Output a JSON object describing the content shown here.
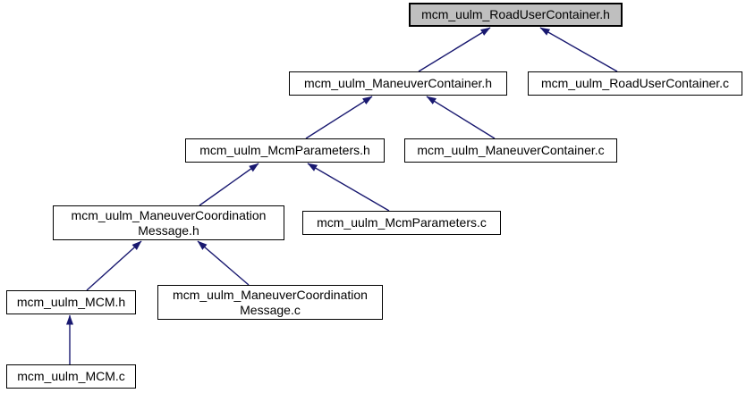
{
  "diagram": {
    "type": "doxygen-included-by-dependency-graph",
    "root_file": "mcm_uulm_RoadUserContainer.h",
    "colors": {
      "edge": "#191970",
      "node_fill": "#ffffff",
      "highlight_fill": "#bfbfbf",
      "border": "#000000",
      "text": "#000000",
      "background": "#ffffff"
    },
    "nodes": [
      {
        "id": "roadusercontainer-h",
        "highlighted": true,
        "lines": [
          "mcm_uulm_RoadUserContainer.h"
        ]
      },
      {
        "id": "maneuvercontainer-h",
        "highlighted": false,
        "lines": [
          "mcm_uulm_ManeuverContainer.h"
        ]
      },
      {
        "id": "roadusercontainer-c",
        "highlighted": false,
        "lines": [
          "mcm_uulm_RoadUserContainer.c"
        ]
      },
      {
        "id": "mcmparameters-h",
        "highlighted": false,
        "lines": [
          "mcm_uulm_McmParameters.h"
        ]
      },
      {
        "id": "maneuvercontainer-c",
        "highlighted": false,
        "lines": [
          "mcm_uulm_ManeuverContainer.c"
        ]
      },
      {
        "id": "maneuvercoordinationmessage-h",
        "highlighted": false,
        "lines": [
          "mcm_uulm_ManeuverCoordination",
          "Message.h"
        ]
      },
      {
        "id": "mcmparameters-c",
        "highlighted": false,
        "lines": [
          "mcm_uulm_McmParameters.c"
        ]
      },
      {
        "id": "mcm-h",
        "highlighted": false,
        "lines": [
          "mcm_uulm_MCM.h"
        ]
      },
      {
        "id": "maneuvercoordinationmessage-c",
        "highlighted": false,
        "lines": [
          "mcm_uulm_ManeuverCoordination",
          "Message.c"
        ]
      },
      {
        "id": "mcm-c",
        "highlighted": false,
        "lines": [
          "mcm_uulm_MCM.c"
        ]
      }
    ],
    "edges": [
      {
        "from": "mcm_uulm_ManeuverContainer.h",
        "to": "mcm_uulm_RoadUserContainer.h"
      },
      {
        "from": "mcm_uulm_RoadUserContainer.c",
        "to": "mcm_uulm_RoadUserContainer.h"
      },
      {
        "from": "mcm_uulm_McmParameters.h",
        "to": "mcm_uulm_ManeuverContainer.h"
      },
      {
        "from": "mcm_uulm_ManeuverContainer.c",
        "to": "mcm_uulm_ManeuverContainer.h"
      },
      {
        "from": "mcm_uulm_ManeuverCoordinationMessage.h",
        "to": "mcm_uulm_McmParameters.h"
      },
      {
        "from": "mcm_uulm_McmParameters.c",
        "to": "mcm_uulm_McmParameters.h"
      },
      {
        "from": "mcm_uulm_MCM.h",
        "to": "mcm_uulm_ManeuverCoordinationMessage.h"
      },
      {
        "from": "mcm_uulm_ManeuverCoordinationMessage.c",
        "to": "mcm_uulm_ManeuverCoordinationMessage.h"
      },
      {
        "from": "mcm_uulm_MCM.c",
        "to": "mcm_uulm_MCM.h"
      }
    ]
  }
}
